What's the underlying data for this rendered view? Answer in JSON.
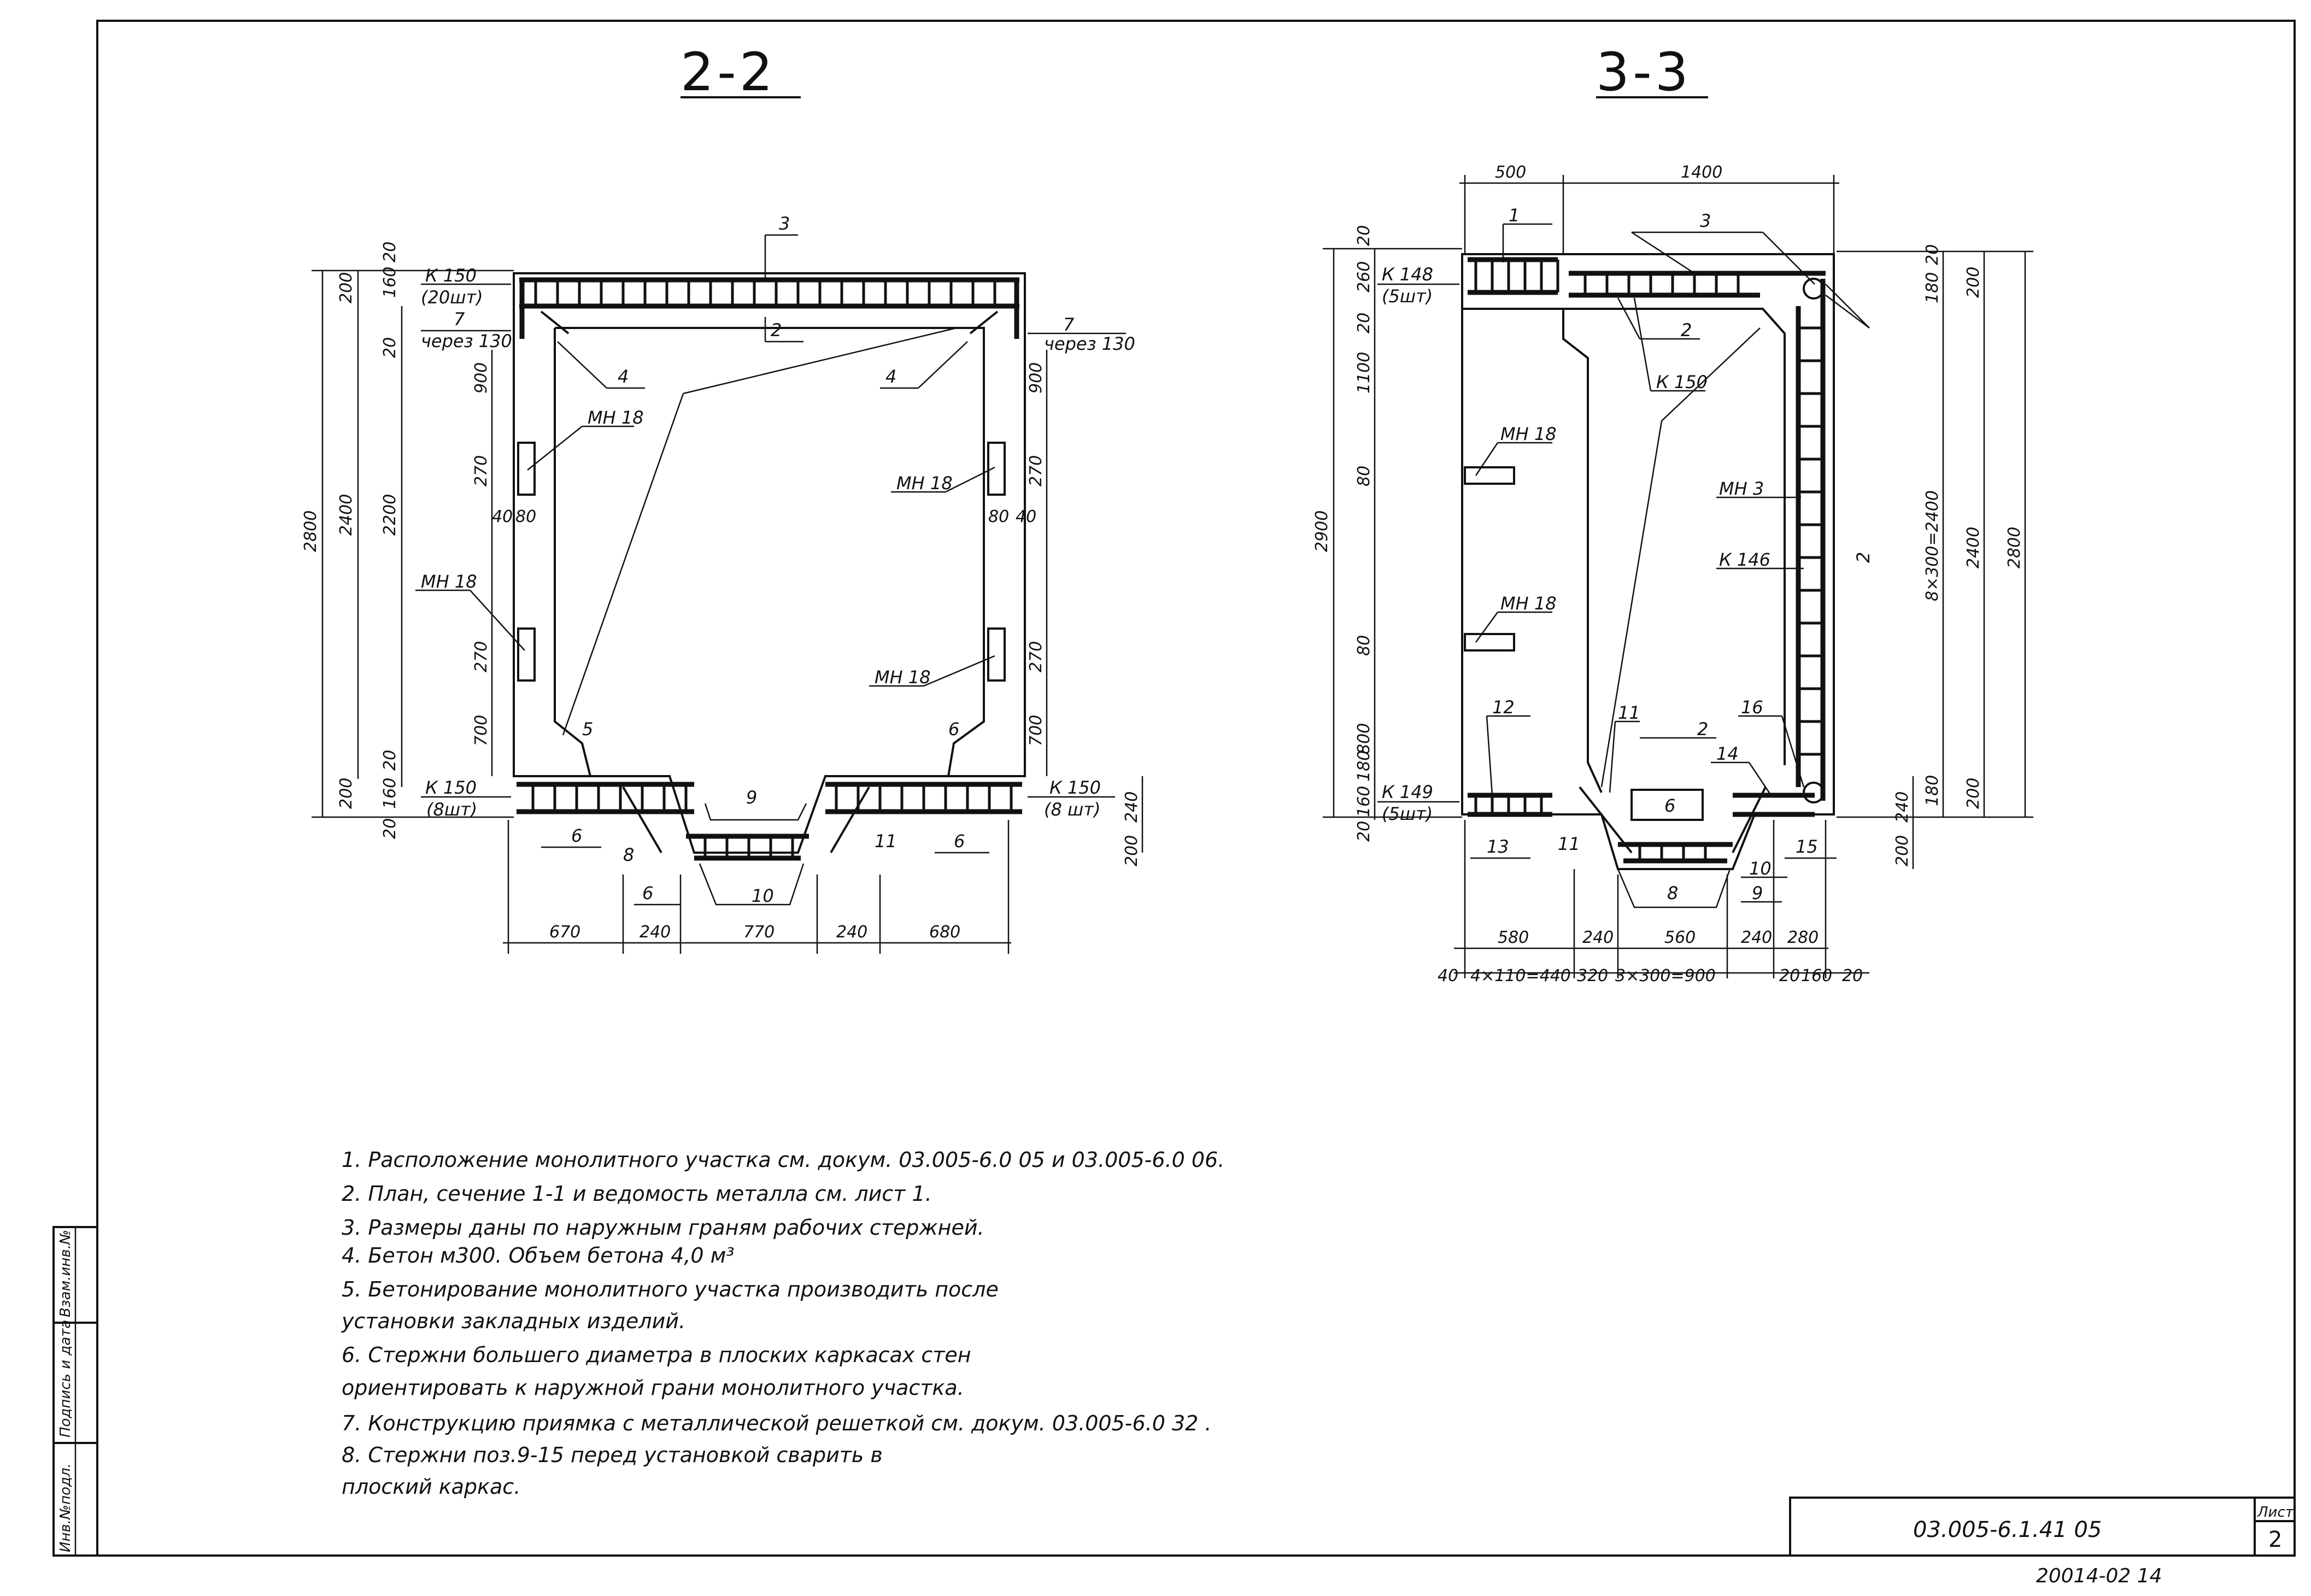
{
  "sections": {
    "s22": {
      "title": "2-2",
      "mark_top": "К 150",
      "mark_top_count": "(20шт)",
      "mark_bottom": "К 150",
      "mark_bottom_count": "(8шт)",
      "mark_bottom_r": "К 150",
      "mark_bottom_r_count": "(8 шт)",
      "embed": "МН 18",
      "pos": {
        "p2": "2",
        "p3": "3",
        "p4": "4",
        "p5": "5",
        "p6": "6",
        "p7": "7",
        "p8": "8",
        "p9": "9",
        "p10": "10",
        "p11": "11"
      },
      "step": "через 130",
      "dims_left": [
        "200",
        "160",
        "20",
        "2800",
        "2400",
        "2200",
        "200",
        "20",
        "900",
        "270",
        "270",
        "700",
        "20",
        "160",
        "200",
        "20"
      ],
      "dims_right": [
        "900",
        "270",
        "270",
        "700",
        "240",
        "200"
      ],
      "dims_bottom": [
        "670",
        "240",
        "770",
        "240",
        "680"
      ],
      "dims_small": [
        "40",
        "80",
        "80",
        "40"
      ]
    },
    "s33": {
      "title": "3-3",
      "top_dims": [
        "500",
        "1400"
      ],
      "mark_top": "К 148",
      "mark_top_count": "(5шт)",
      "mark_bottom": "К 149",
      "mark_bottom_count": "(5шт)",
      "k150": "К 150",
      "mn3": "МН 3",
      "k146": "К 146",
      "embed": "МН 18",
      "pos": {
        "p1": "1",
        "p2": "2",
        "p3": "3",
        "p6": "6",
        "p8": "8",
        "p9": "9",
        "p10": "10",
        "p11": "11",
        "p12": "12",
        "p13": "13",
        "p14": "14",
        "p15": "15",
        "p16": "16"
      },
      "dims_left": [
        "20",
        "260",
        "20",
        "1100",
        "2900",
        "80",
        "80",
        "800",
        "180",
        "160",
        "20"
      ],
      "dims_right": [
        "180",
        "20",
        "8×300=2400",
        "2400",
        "2800",
        "240",
        "180",
        "200",
        "200"
      ],
      "dims_bottom1": [
        "580",
        "240",
        "560",
        "240",
        "280"
      ],
      "dims_bottom2": [
        "40",
        "4×110=440",
        "320",
        "3×300=900",
        "20",
        "160",
        "20"
      ]
    }
  },
  "notes": [
    "1. Расположение   монолитного  участка   см.  докум.  03.005-6.0 05  и  03.005-6.0 06.",
    "2. План,                  сечение  1-1  и ведомость  металла  см.  лист  1.",
    "3. Размеры даны   по  наружным   граням  рабочих  стержней.",
    "4. Бетон  м300.  Объем  бетона  4,0 м³",
    "5. Бетонирование   монолитного   участка   производить  после",
    "    установки  закладных   изделий.",
    "6. Стержни  большего  диаметра  в  плоских  каркасах  стен",
    "    ориентировать  к  наружной  грани  монолитного  участка.",
    "7. Конструкцию  приямка  с  металлической  решеткой  см.  докум.  03.005-6.0  32 .",
    "8. Стержни       поз.9-15  перед  установкой  сварить   в",
    "    плоский   каркас."
  ],
  "stamp": {
    "code": "03.005-6.1.41  05",
    "sheet_label": "Лист",
    "sheet_no": "2",
    "archive": "20014-02  14"
  },
  "side_strip": [
    "Инв.№подл.",
    "Подпись и дата",
    "Взам.инв.№"
  ]
}
